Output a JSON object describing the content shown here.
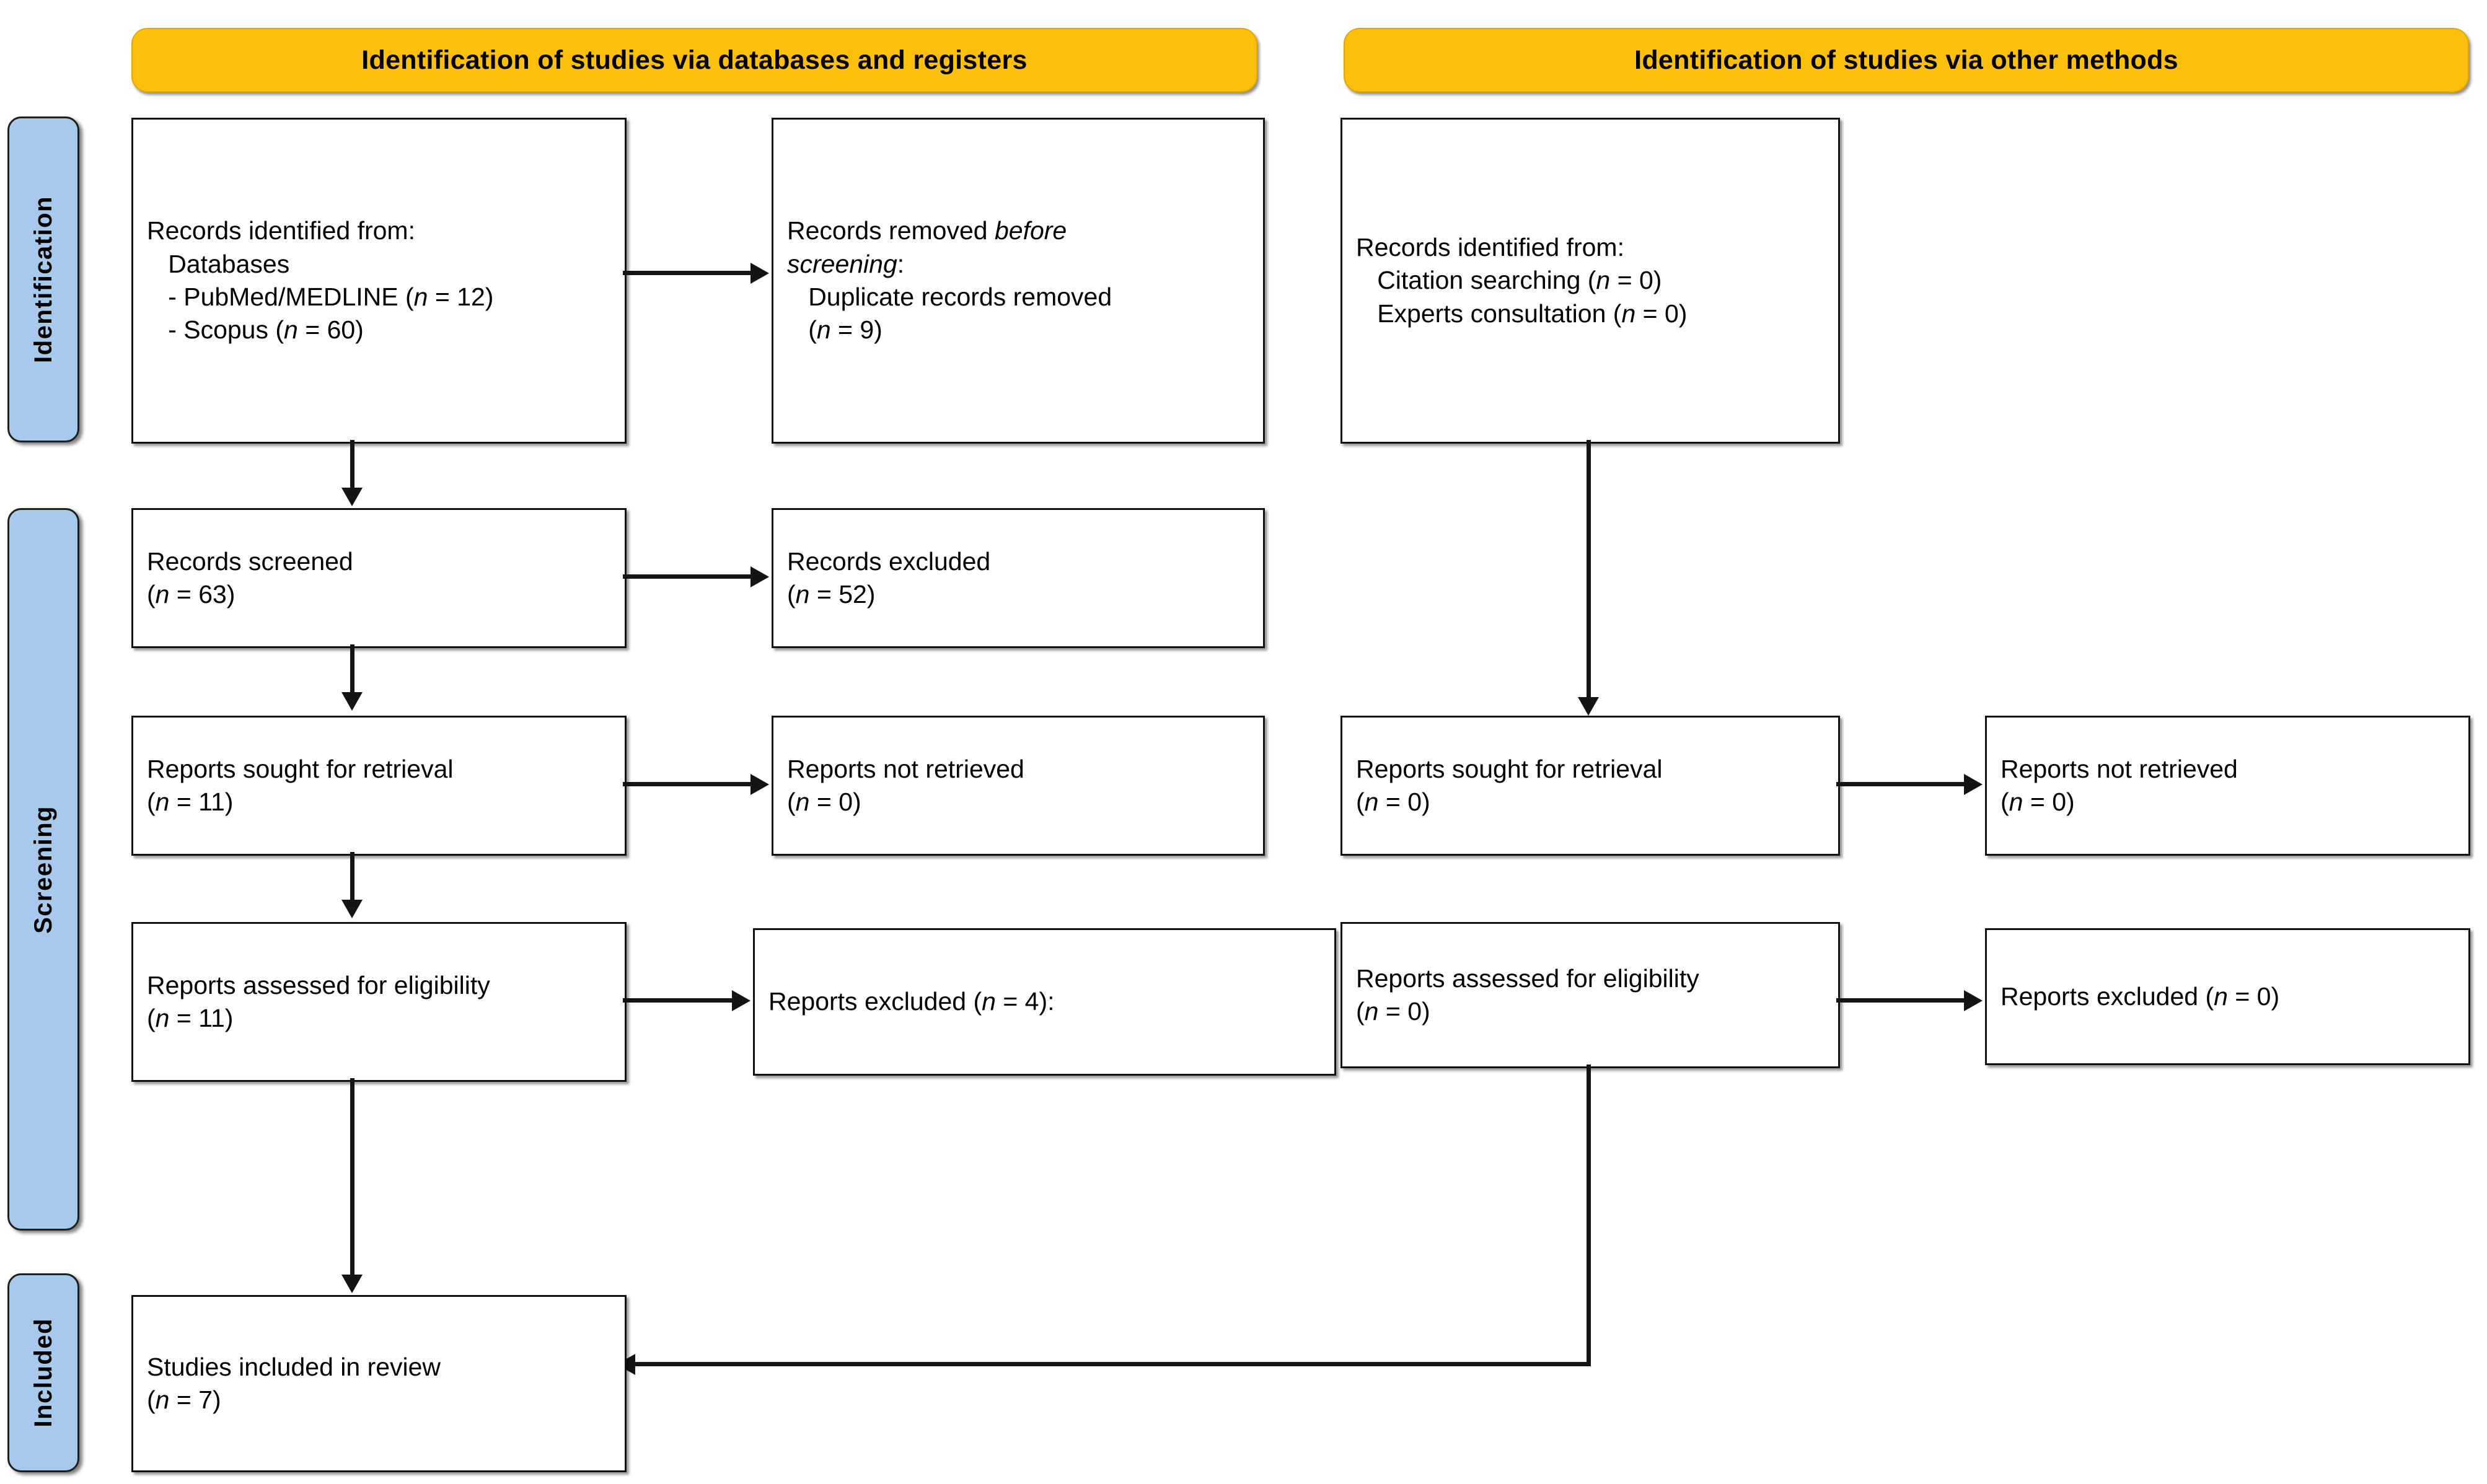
{
  "diagram": {
    "title": "PRISMA 2020 flow diagram",
    "type": "prisma-flow-diagram",
    "colors": {
      "header_bar": "#FCC00C",
      "stage_tab": "#A6C9EC",
      "box_border": "#111111",
      "box_fill": "#FFFFFF",
      "connector": "#141414"
    }
  },
  "headers": {
    "left": "Identification of studies via databases and registers",
    "right": "Identification of studies via other methods"
  },
  "stages": [
    {
      "key": "identification",
      "label": "Identification"
    },
    {
      "key": "screening",
      "label": "Screening"
    },
    {
      "key": "included",
      "label": "Included"
    }
  ],
  "boxes": {
    "db_identified": {
      "lines": [
        "Records identified from:",
        "   Databases",
        "   - PubMed/MEDLINE (n = 12)",
        "   - Scopus (n = 60)"
      ],
      "n_pubmed": 12,
      "n_scopus": 60
    },
    "removed_before_screening": {
      "line1_plain": "Records removed ",
      "line1_italic": "before",
      "line2_italic": "screening",
      "line2_plain": ":",
      "line3": "   Duplicate records removed",
      "line4": "   (n = 9)",
      "n": 9
    },
    "records_screened": {
      "label": "Records screened",
      "count": "(n = 63)",
      "n": 63
    },
    "records_excluded": {
      "label": "Records excluded",
      "count": "(n = 52)",
      "n": 52
    },
    "reports_sought_db": {
      "label": "Reports sought for retrieval",
      "count": "(n = 11)",
      "n": 11
    },
    "reports_not_retrieved_db": {
      "label": "Reports not retrieved",
      "count": "(n = 0)",
      "n": 0
    },
    "reports_assessed_db": {
      "label": "Reports assessed for eligibility",
      "count": "(n = 11)",
      "n": 11
    },
    "reports_excluded_db": {
      "label": "Reports excluded (n = 4):",
      "n": 4
    },
    "other_identified": {
      "lines": [
        "Records identified from:",
        "   Citation searching (n = 0)",
        "   Experts consultation (n = 0)"
      ],
      "n_citation": 0,
      "n_experts": 0
    },
    "reports_sought_other": {
      "label": "Reports sought for retrieval",
      "count": "(n = 0)",
      "n": 0
    },
    "reports_not_retrieved_other": {
      "label": "Reports not retrieved",
      "count": "(n = 0)",
      "n": 0
    },
    "reports_assessed_other": {
      "label": "Reports assessed for eligibility",
      "count": "(n = 0)",
      "n": 0
    },
    "reports_excluded_other": {
      "label": "Reports excluded (n = 0)",
      "n": 0
    },
    "studies_included": {
      "label": "Studies included in review",
      "count": "(n = 7)",
      "n": 7
    }
  }
}
